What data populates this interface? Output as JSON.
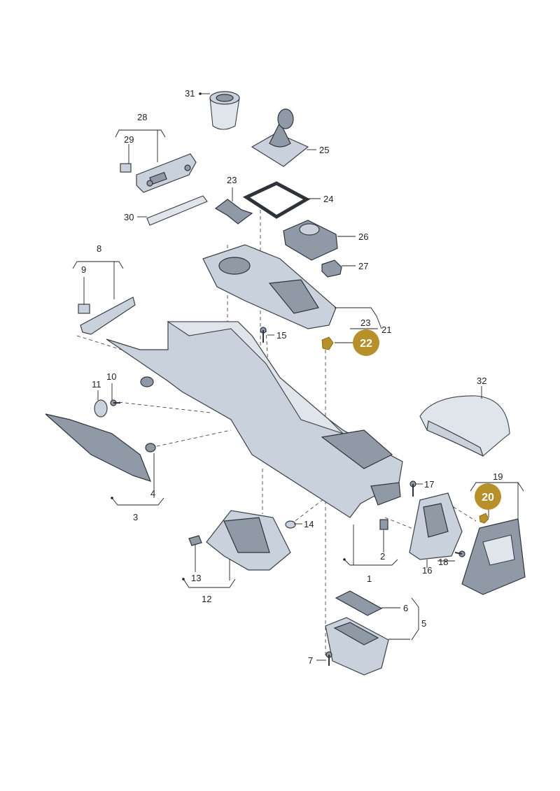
{
  "labels": {
    "l1": "1",
    "l2": "2",
    "l3": "3",
    "l4": "4",
    "l5": "5",
    "l6": "6",
    "l7": "7",
    "l8": "8",
    "l9": "9",
    "l10": "10",
    "l11": "11",
    "l12": "12",
    "l13": "13",
    "l14": "14",
    "l15": "15",
    "l16": "16",
    "l17": "17",
    "l18": "18",
    "l19": "19",
    "l21": "21",
    "l23a": "23",
    "l23b": "23",
    "l24": "24",
    "l25": "25",
    "l26": "26",
    "l27": "27",
    "l28": "28",
    "l29": "29",
    "l30": "30",
    "l31": "31",
    "l32": "32"
  },
  "callouts": {
    "c20": "20",
    "c22": "22"
  },
  "colors": {
    "callout": "#b8902a",
    "part": "#c9d2dc",
    "line": "#222222"
  }
}
